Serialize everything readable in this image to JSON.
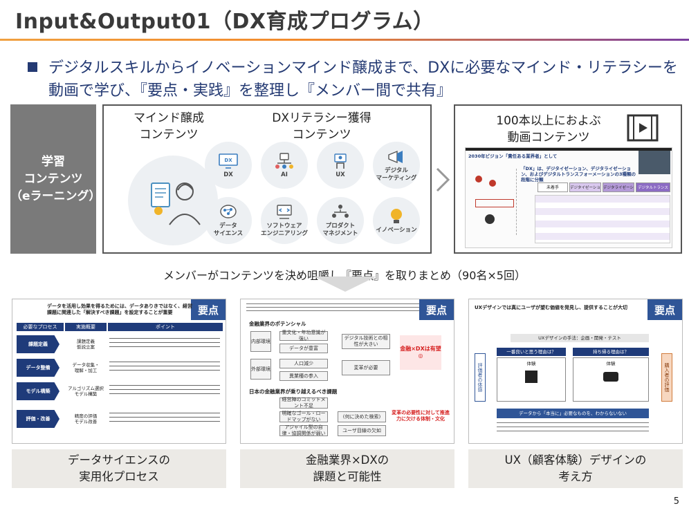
{
  "title": "Input&Output01（DX育成プログラム）",
  "lead": "デジタルスキルからイノベーションマインド醸成まで、DXに必要なマインド・リテラシーを動画で学び、『要点・実践』を整理し『メンバー間で共有』",
  "side_label": {
    "line1": "学習",
    "line2": "コンテンツ",
    "line3": "（eラーニング）"
  },
  "contents": {
    "mind_heading_1": "マインド醸成",
    "mind_heading_2": "コンテンツ",
    "literacy_heading_1": "DXリテラシー獲得",
    "literacy_heading_2": "コンテンツ",
    "topics": [
      {
        "label": "DX",
        "icon": "monitor-icon"
      },
      {
        "label": "AI",
        "icon": "network-icon"
      },
      {
        "label": "UX",
        "icon": "hand-icon"
      },
      {
        "label": "デジタル\nマーケティング",
        "icon": "megaphone-icon"
      },
      {
        "label": "データ\nサイエンス",
        "icon": "brain-icon"
      },
      {
        "label": "ソフトウェア\nエンジニアリング",
        "icon": "code-icon"
      },
      {
        "label": "プロダクト\nマネジメント",
        "icon": "team-icon"
      },
      {
        "label": "イノベーション",
        "icon": "bulb-icon"
      }
    ]
  },
  "video": {
    "heading_1": "100本以上におよぶ",
    "heading_2": "動画コンテンツ",
    "thumb_title": "2030年ビジョン「責任ある業界者」として",
    "thumb_subtitle": "「DX」は、デジタイゼーション、デジタライゼーション、およびデジタルトランスフォーメーションの3種類の段階に分類",
    "thumb_cols": [
      "未着手",
      "デジタイゼーション",
      "デジタライゼーション",
      "デジタルトランスフォーメーション"
    ]
  },
  "middle_caption": "メンバーがコンテンツを決め咀嚼し『要点』を取りまとめ（90名×5回）",
  "badge_label": "要点",
  "panels": [
    {
      "heading": "データを活用し効果を得るためには、データありきではなく、経営課題に関連した「解決すべき課題」を設定することが重要",
      "table_headers": [
        "必要なプロセス",
        "実施概要",
        "ポイント"
      ],
      "rows": [
        {
          "process": "課題定義",
          "summary": "課題定義\n仮説立案"
        },
        {
          "process": "データ整備",
          "summary": "データ収集・\n理解・加工"
        },
        {
          "process": "モデル構築",
          "summary": "アルゴリズム選択\nモデル構築"
        },
        {
          "process": "評価・改善",
          "summary": "精度の評価\nモデル改善"
        }
      ],
      "caption_1": "データサイエンスの",
      "caption_2": "実用化プロセス"
    },
    {
      "heading_a": "金融業界のポテンシャル",
      "left_tags": [
        "内部環境",
        "外部環境"
      ],
      "items": [
        "重文化・年功意識が強い",
        "データが豊富",
        "人口減少",
        "異業種の参入"
      ],
      "right_items": [
        "デジタル技術との相性が大きい",
        "変革が必要"
      ],
      "highlight": "金融×DXは有望◎",
      "heading_b": "日本の金融業界が乗り越えるべき課題",
      "challenges": [
        "経営陣のコミットメント不足",
        "明確なゴール・ロードマップがない",
        "アジャイル型の自律・協調関係が弱い"
      ],
      "challenge_right": [
        "(何に決めた検索)",
        "ユーザ目線の欠如"
      ],
      "bottom_note": "変革の必要性に対して推進力に欠ける体制・文化",
      "caption_1": "金融業界×DXの",
      "caption_2": "課題と可能性"
    },
    {
      "heading": "UXデザインでは真にユーザが望む価値を発見し、提供することが大切",
      "sub": "UXデザインの手法：企画・開発・テスト",
      "boxes": [
        "一番良いと思う理由は？",
        "持ち帰る理由は？"
      ],
      "box_labels": [
        "体験",
        "体験"
      ],
      "left_vertical": "評価者の体感",
      "right_vertical": "購入者の評価",
      "bottom_note": "データから「本当に」必要なものを、わからないない",
      "caption_1": "UX（顧客体験）デザインの",
      "caption_2": "考え方"
    }
  ],
  "page_number": "5",
  "colors": {
    "navy": "#243a73",
    "badge": "#2f5597",
    "side_gray": "#7a7a7a",
    "caption_bg": "#eceae6",
    "accent_orange": "#f28a2c",
    "accent_purple": "#7b3fa0"
  }
}
